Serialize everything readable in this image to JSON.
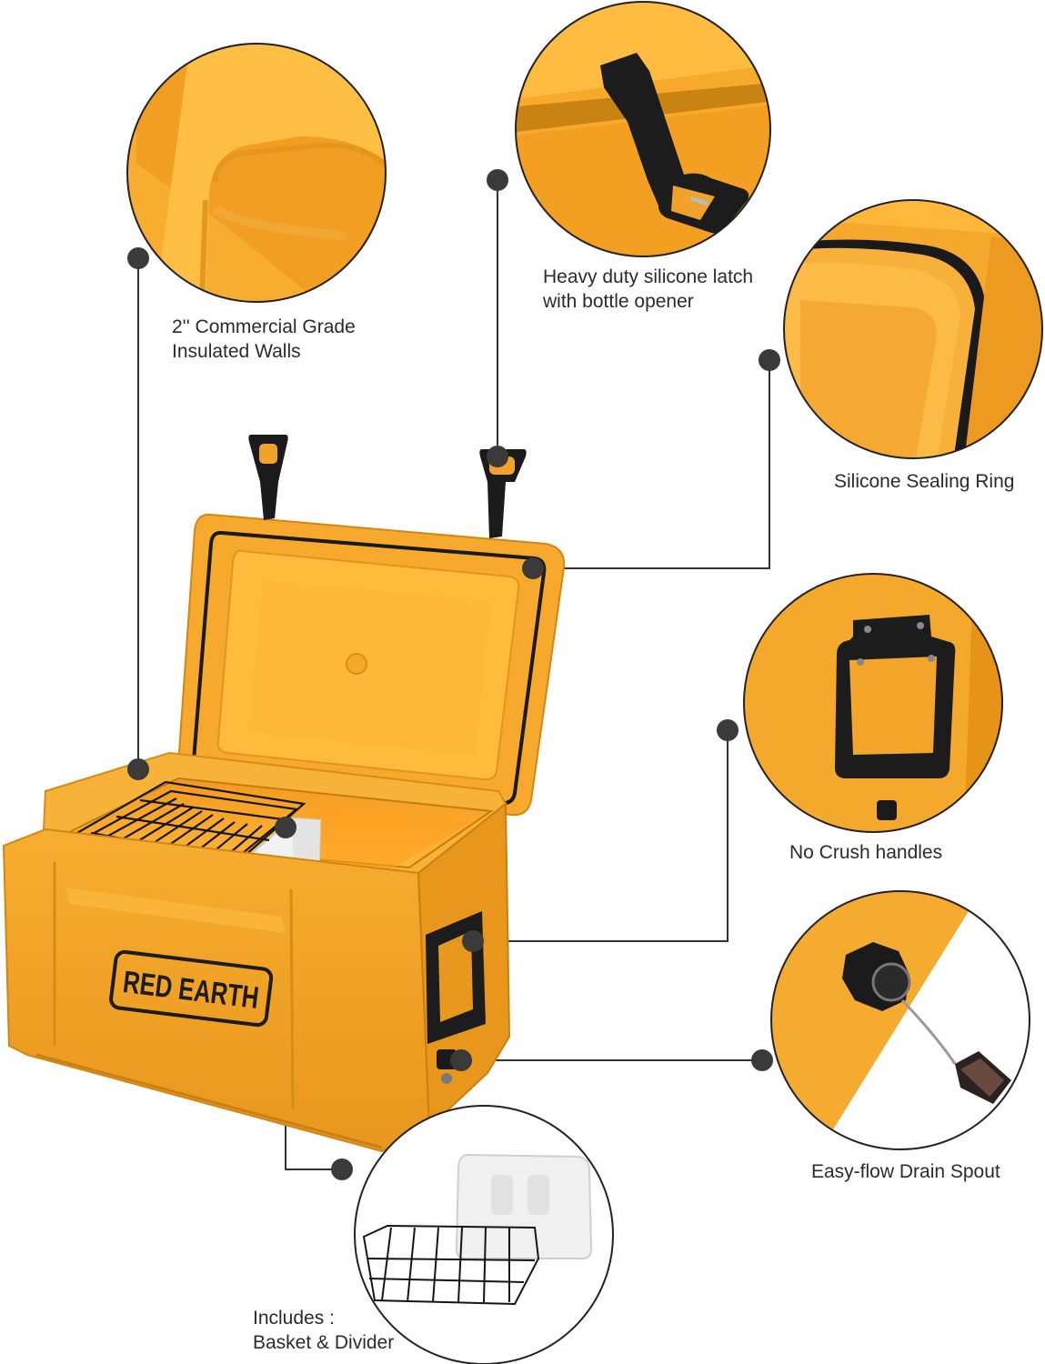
{
  "colors": {
    "cooler_body": "#f4a72a",
    "cooler_shadow": "#d98d16",
    "cooler_light": "#ffc24a",
    "gasket": "#1a1a1a",
    "callout_dot": "#3a3a3a",
    "leader_line": "#333333",
    "text": "#2b2b2b"
  },
  "brand": {
    "logo_text": "RED EARTH"
  },
  "callouts": {
    "walls": {
      "line1": "2'' Commercial Grade",
      "line2": "Insulated Walls"
    },
    "latch": {
      "line1": "Heavy duty silicone latch",
      "line2": "with bottle opener"
    },
    "seal": {
      "line1": "Silicone Sealing Ring"
    },
    "handles": {
      "line1": "No Crush handles"
    },
    "drain": {
      "line1": "Easy-flow Drain Spout"
    },
    "basket": {
      "line1": "Includes :",
      "line2": "Basket & Divider"
    }
  },
  "icons": {
    "latch": "latch-icon",
    "handle": "handle-icon",
    "drain": "drain-spout-icon",
    "basket": "wire-basket-icon",
    "divider": "divider-icon"
  }
}
